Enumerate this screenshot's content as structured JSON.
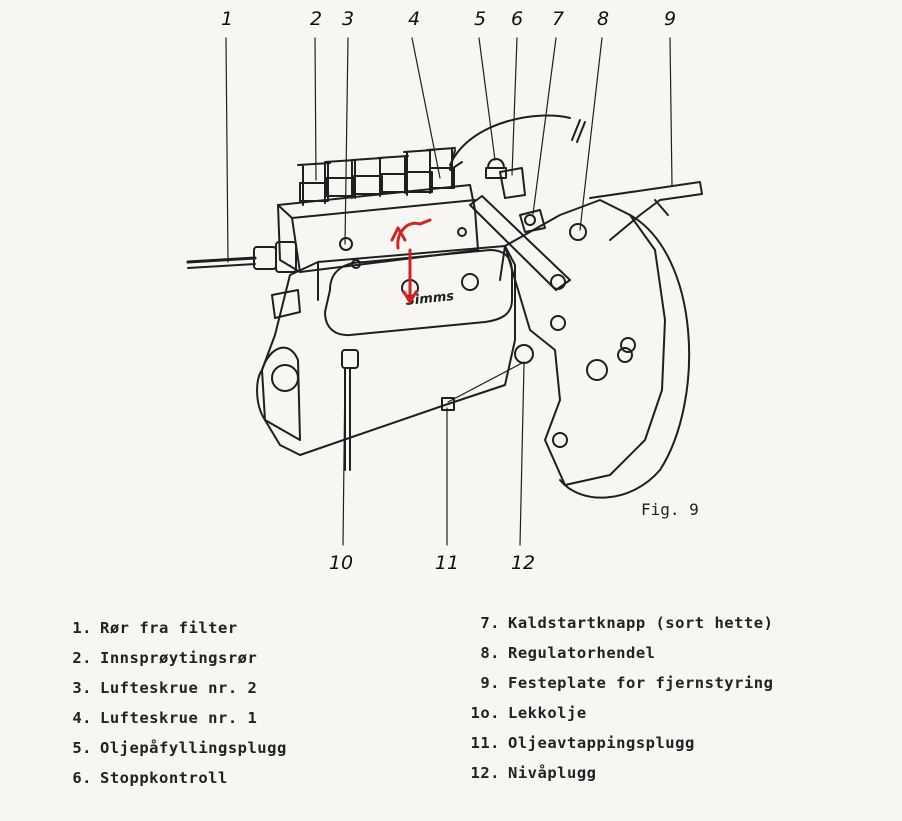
{
  "figure": {
    "caption": "Fig. 9",
    "callouts": [
      "1",
      "2",
      "3",
      "4",
      "5",
      "6",
      "7",
      "8",
      "9",
      "10",
      "11",
      "12"
    ],
    "label_on_pump": "Simms",
    "ink_color": "#1f1f1f",
    "annotation_color": "#d1231f"
  },
  "legend": {
    "left": [
      {
        "num": "1.",
        "text": "Rør fra filter"
      },
      {
        "num": "2.",
        "text": "Innsprøytingsrør"
      },
      {
        "num": "3.",
        "text": "Lufteskrue nr. 2"
      },
      {
        "num": "4.",
        "text": "Lufteskrue nr. 1"
      },
      {
        "num": "5.",
        "text": "Oljepåfyllingsplugg"
      },
      {
        "num": "6.",
        "text": "Stoppkontroll"
      }
    ],
    "right": [
      {
        "num": "7.",
        "text": "Kaldstartknapp (sort hette)"
      },
      {
        "num": "8.",
        "text": "Regulatorhendel"
      },
      {
        "num": "9.",
        "text": "Festeplate for fjernstyring"
      },
      {
        "num": "1o.",
        "text": "Lekkolje"
      },
      {
        "num": "11.",
        "text": "Oljeavtappingsplugg"
      },
      {
        "num": "12.",
        "text": "Nivåplugg"
      }
    ]
  }
}
